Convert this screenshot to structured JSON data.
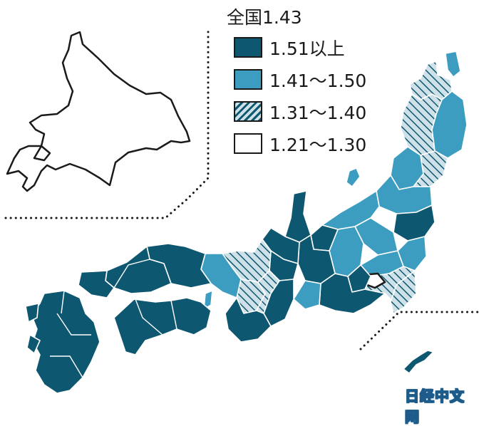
{
  "legend": {
    "national": "全国1.43",
    "items": [
      {
        "label": "1.51以上",
        "pattern": "solid",
        "color": "#0e5770"
      },
      {
        "label": "1.41～1.50",
        "pattern": "solid",
        "color": "#3d9dc0"
      },
      {
        "label": "1.31～1.40",
        "pattern": "hatch",
        "color": "#3d9dc0"
      },
      {
        "label": "1.21～1.30",
        "pattern": "solid",
        "color": "#ffffff"
      }
    ]
  },
  "watermark": "日经中文网"
}
